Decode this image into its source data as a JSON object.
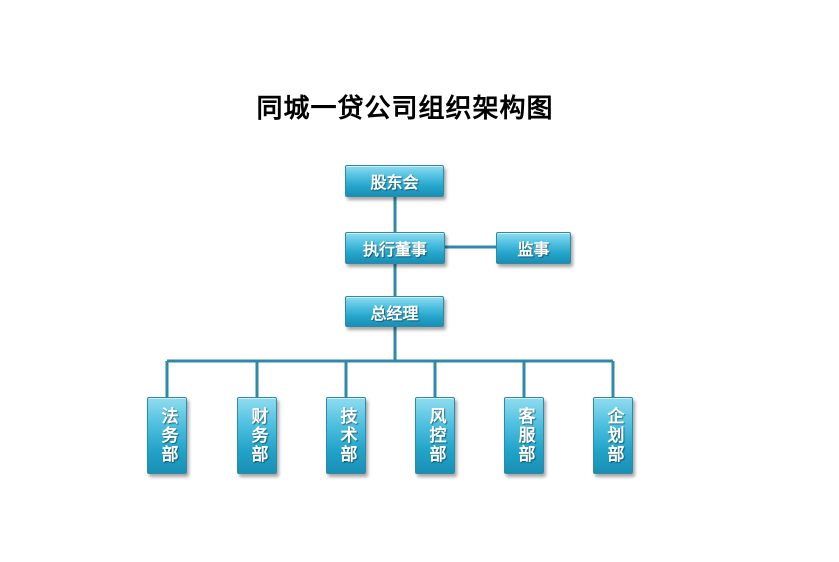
{
  "title": "同城一贷公司组织架构图",
  "nodes": {
    "shareholders": "股东会",
    "executive_director": "执行董事",
    "supervisor": "监事",
    "general_manager": "总经理"
  },
  "departments": [
    "法务部",
    "财务部",
    "技术部",
    "风控部",
    "客服部",
    "企划部"
  ],
  "colors": {
    "box_fill": "#22a3c9",
    "connector": "#2f8aa6"
  }
}
